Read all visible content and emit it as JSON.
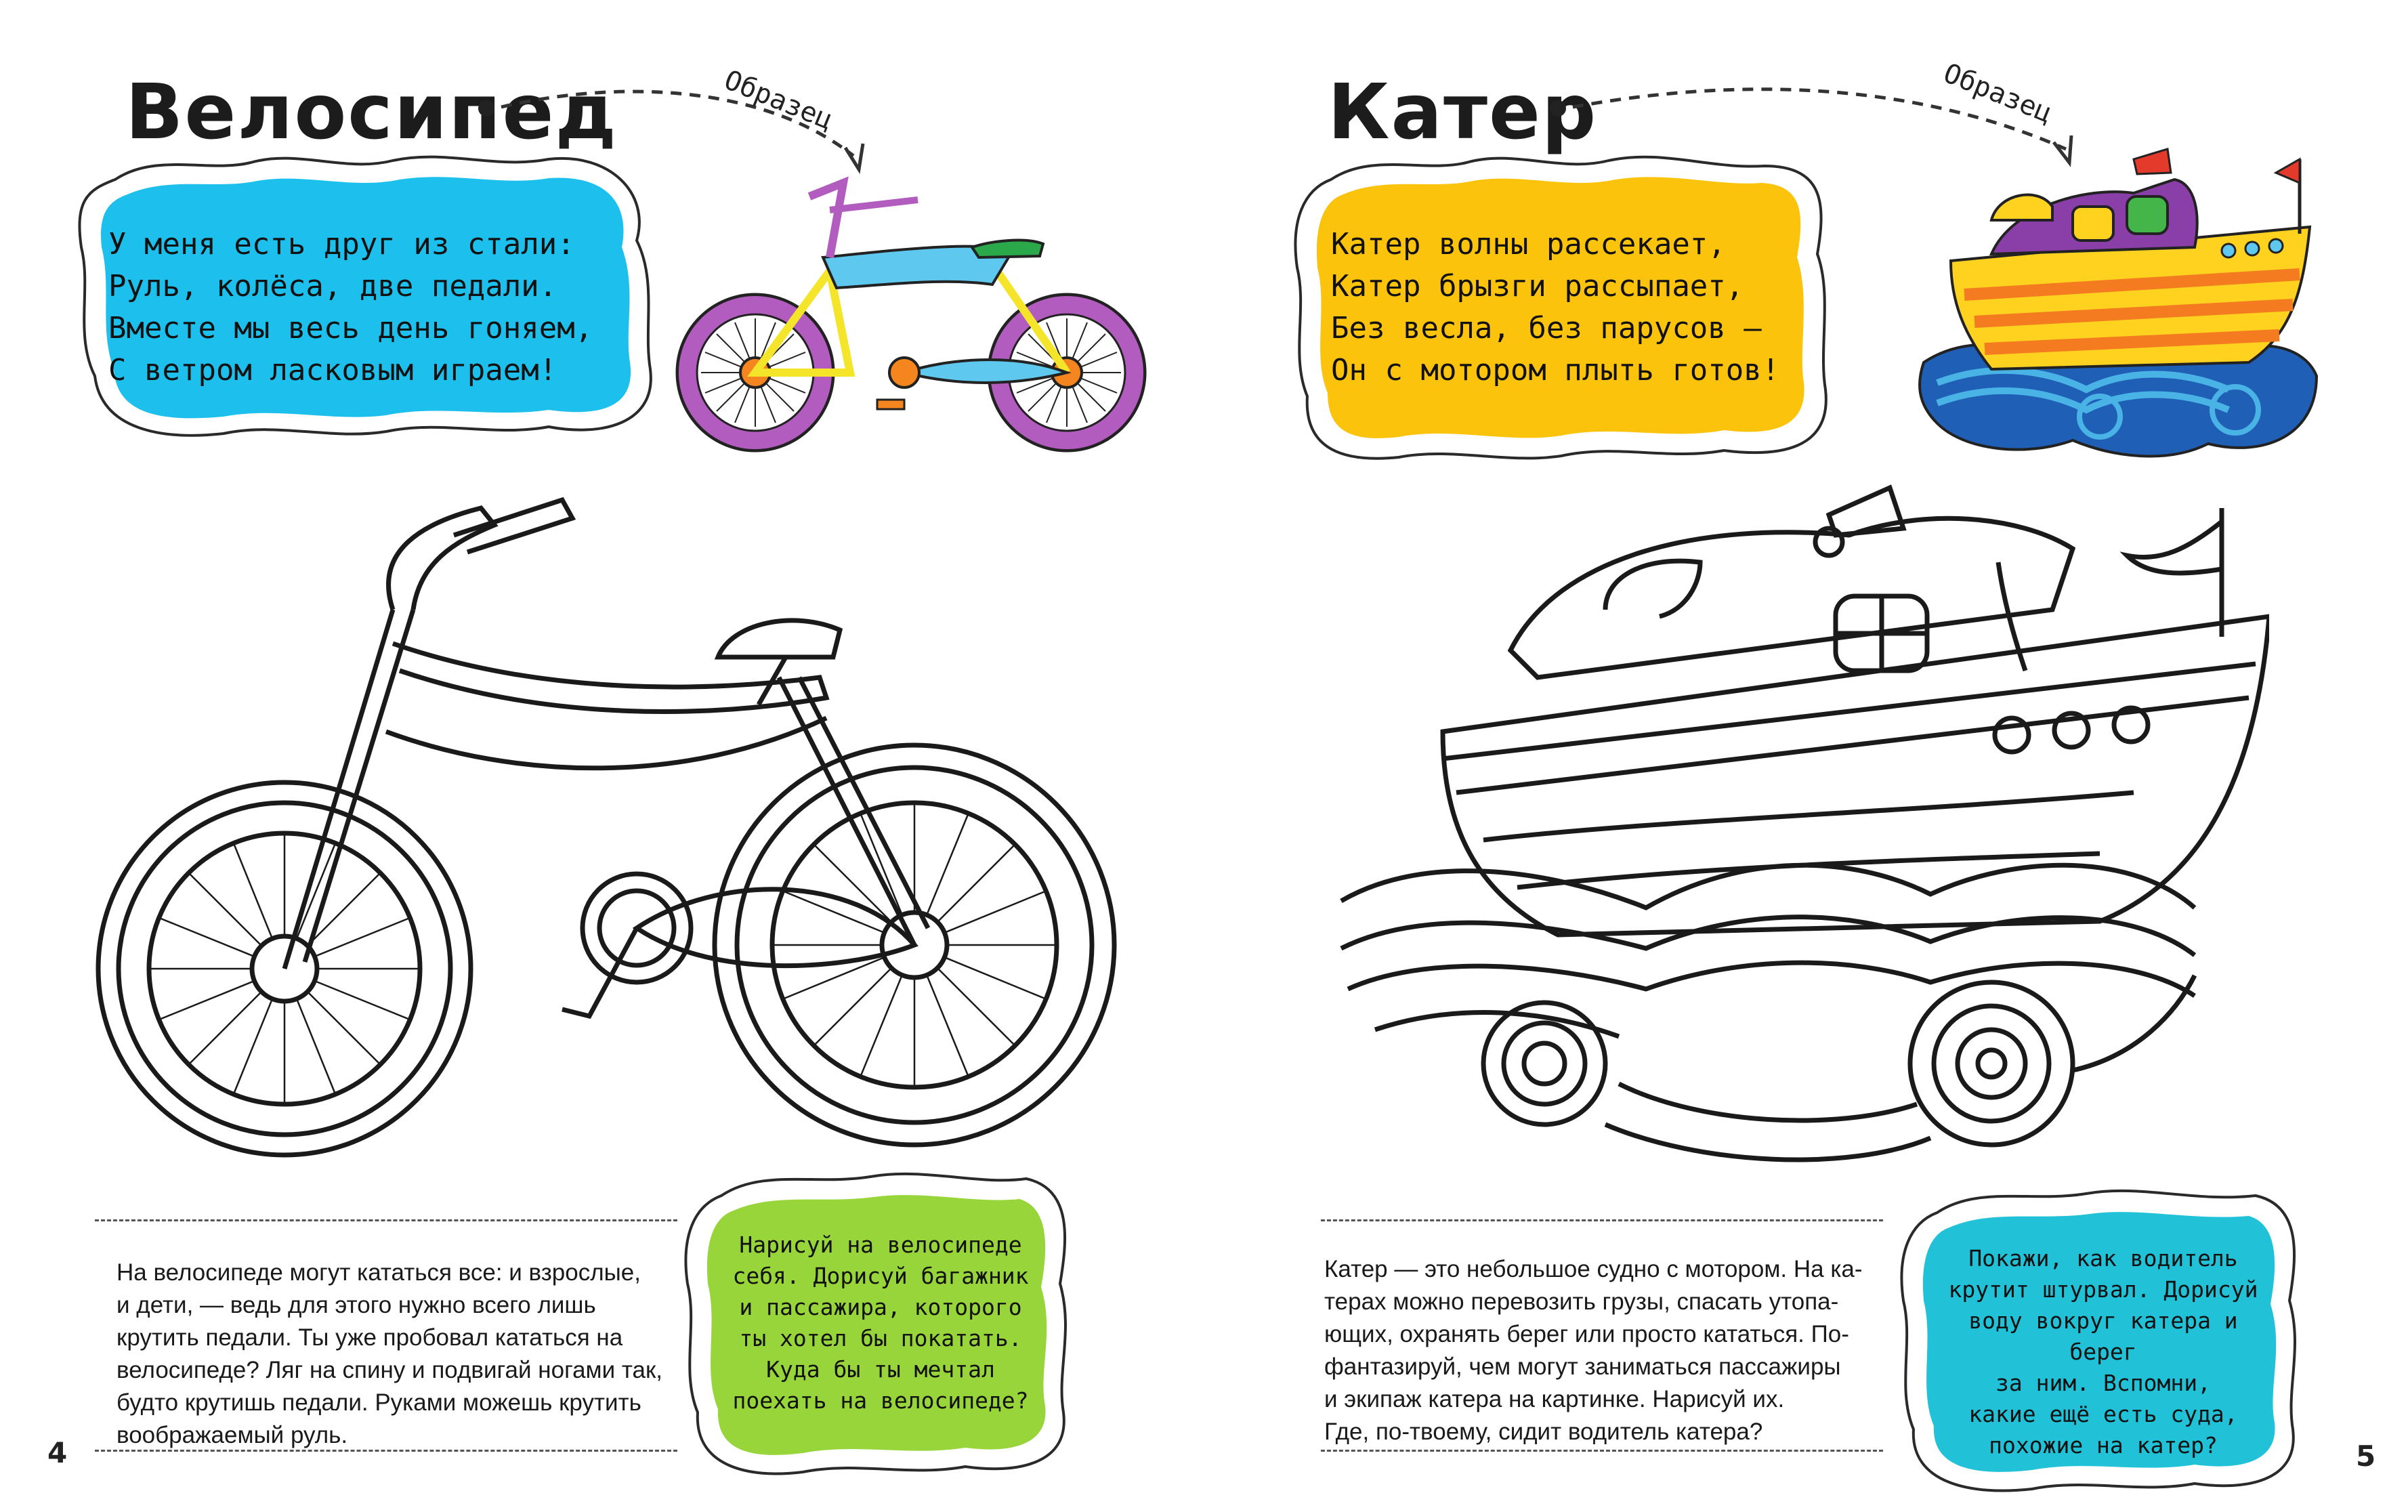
{
  "left_page": {
    "title": "Велосипед",
    "sample_label": "Образец",
    "poem": "У меня есть друг из стали:\nРуль, колёса, две педали.\nВместе мы весь день гоняем,\nС ветром ласковым играем!",
    "info": "На велосипеде могут кататься все: и взрослые,\nи дети, — ведь для этого нужно всего лишь\nкрутить педали. Ты уже пробовал кататься на\nвелосипеде? Ляг на спину и подвигай ногами так,\nбудто крутишь педали. Руками можешь крутить\nвоображаемый руль.",
    "task": "Нарисуй на велосипеде\nсебя. Дорисуй багажник\nи пассажира, которого\nты хотел бы покатать.\nКуда бы ты мечтал\nпоехать на велосипеде?",
    "page_number": "4"
  },
  "right_page": {
    "title": "Катер",
    "sample_label": "Образец",
    "poem": "Катер волны рассекает,\nКатер брызги рассыпает,\nБез весла, без парусов —\nОн с мотором плыть готов!",
    "info": "Катер — это небольшое судно с мотором. На ка-\nтерах можно перевозить грузы, спасать утопа-\nющих, охранять берег или просто кататься. По-\nфантазируй, чем могут заниматься пассажиры\nи экипаж катера на картинке. Нарисуй их.\nГде, по-твоему, сидит водитель катера?",
    "task": "Покажи, как водитель\nкрутит штурвал. Дорисуй\nводу вокруг катера и берег\nза ним. Вспомни,\nкакие ещё есть суда,\nпохожие на катер?",
    "page_number": "5"
  },
  "colors": {
    "poem_left_bg": "#1dc0ec",
    "poem_right_bg": "#fcc30d",
    "task_left_bg": "#98d53a",
    "task_right_bg": "#21c2d8",
    "bike_wheel": "#b35cc0",
    "bike_frame": "#5fc8ef",
    "bike_fork": "#f5e52a",
    "bike_seat": "#2aa84a",
    "bike_hub": "#f4851f",
    "boat_hull_orange": "#f47b20",
    "boat_hull_yellow": "#ffd21f",
    "boat_cabin": "#8a3fa8",
    "boat_window": "#44b649",
    "wave_blue": "#1f5fb5",
    "wave_light": "#4ab3e6"
  }
}
